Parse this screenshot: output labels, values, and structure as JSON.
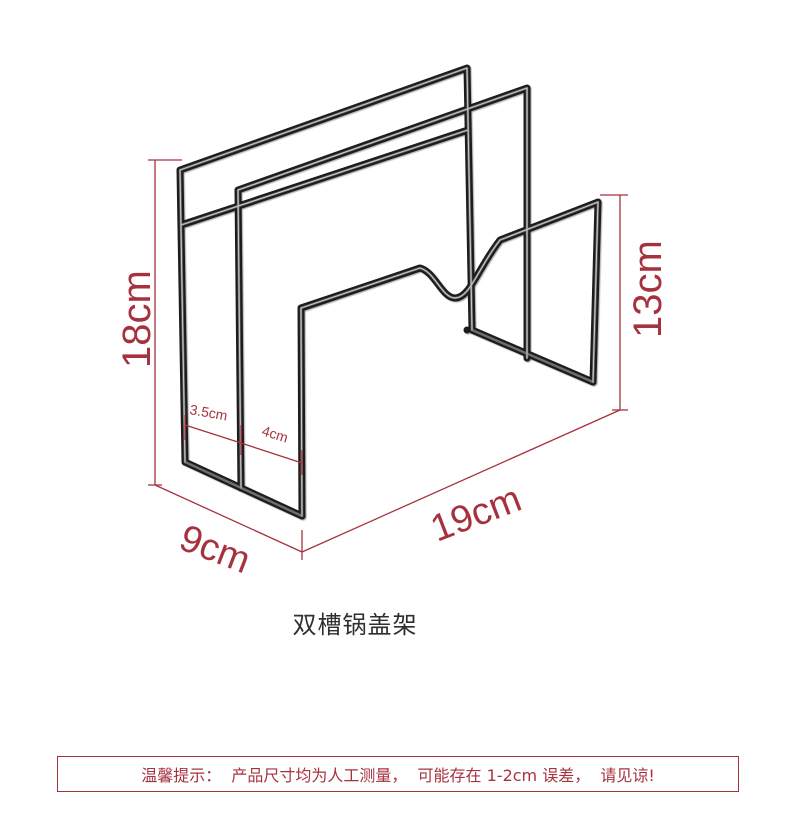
{
  "product": {
    "name": "双槽锅盖架"
  },
  "dimensions": {
    "height_total": "18cm",
    "height_front": "13cm",
    "width": "19cm",
    "depth": "9cm",
    "slot_1": "3.5cm",
    "slot_2": "4cm"
  },
  "notice": {
    "text": "温馨提示：  产品尺寸均为人工测量，  可能存在 1-2cm 误差，  请见谅!"
  },
  "colors": {
    "dimension_line": "#a7323f",
    "wire": "#1e1e1e",
    "title_text": "#2f2f2f"
  }
}
